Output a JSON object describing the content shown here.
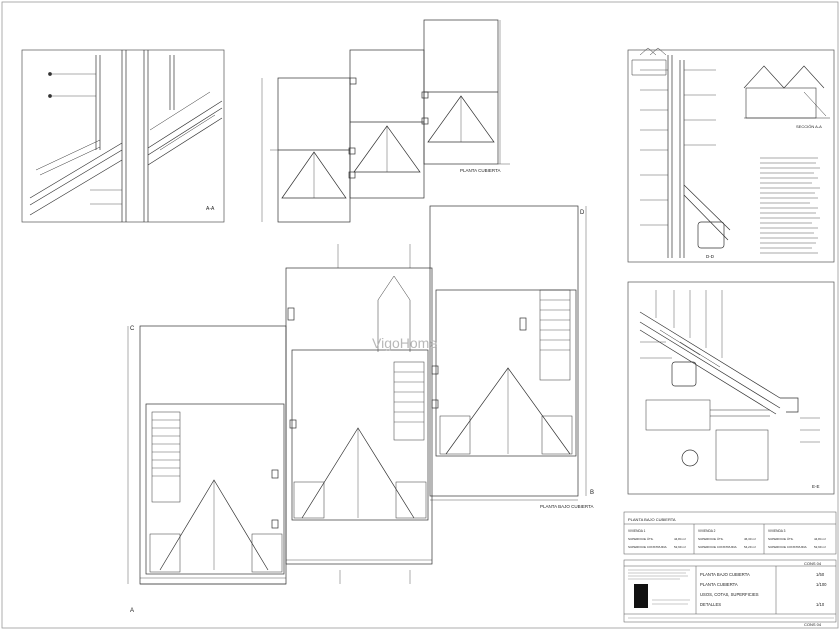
{
  "labels": {
    "detail_aa": "A-A",
    "planta_cubierta": "PLANTA CUBIERTA",
    "planta_bajo_cubierta": "PLANTA BAJO CUBIERTA",
    "watermark": "VigoHome",
    "section_a": "A",
    "section_b": "B",
    "section_c": "C",
    "section_d": "D",
    "detail_dd": "D-D",
    "detail_ee": "E-E",
    "seccion": "SECCIÓN A-A"
  },
  "table": {
    "heading": "PLANTA BAJO CUBIERTA",
    "columns": [
      {
        "title": "VIVIENDA 1",
        "rows": [
          {
            "k": "SUPERFICIE ÚTIL",
            "v": "44,84 m²"
          },
          {
            "k": "SUPERFICIE CONSTRUIDA",
            "v": "52,99 m²"
          }
        ]
      },
      {
        "title": "VIVIENDA 2",
        "rows": [
          {
            "k": "SUPERFICIE ÚTIL",
            "v": "46,30 m²"
          },
          {
            "k": "SUPERFICIE CONSTRUIDA",
            "v": "54,29 m²"
          }
        ]
      },
      {
        "title": "VIVIENDA 3",
        "rows": [
          {
            "k": "SUPERFICIE ÚTIL",
            "v": "44,84 m²"
          },
          {
            "k": "SUPERFICIE CONSTRUIDA",
            "v": "52,99 m²"
          }
        ]
      }
    ]
  },
  "title_block": {
    "top_ref": "CONS 04",
    "titles": [
      "PLANTA BAJO CUBIERTA",
      "PLANTA CUBIERTA",
      "USOS, COTAS, SUPERFICIES",
      "DETALLES"
    ],
    "scales": [
      "1/50",
      "1/100",
      "",
      "1/10"
    ],
    "bottom_ref": "CONS 04"
  }
}
